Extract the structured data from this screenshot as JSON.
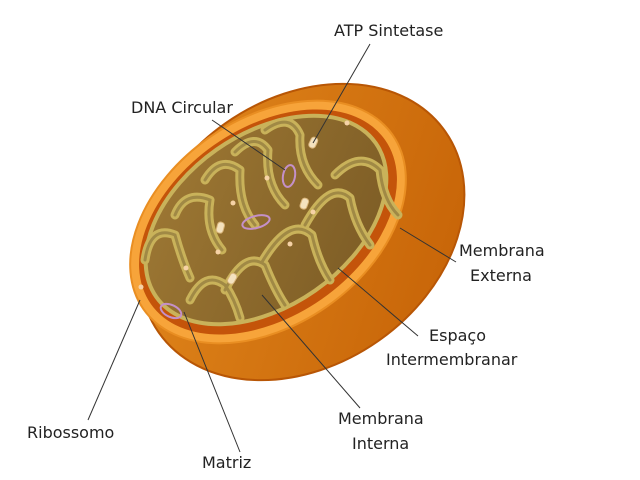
{
  "diagram": {
    "labels": {
      "atp_sintetase": "ATP Sintetase",
      "dna_circular": "DNA Circular",
      "membrana_externa": [
        "Membrana",
        "Externa"
      ],
      "espaco": [
        "Espaço",
        "Intermembranar"
      ],
      "membrana_interna": [
        "Membrana",
        "Interna"
      ],
      "ribossomo": "Ribossomo",
      "matriz": "Matriz"
    }
  },
  "colors": {
    "outer_membrane": "#e07a10",
    "outer_membrane_dark": "#c25e05",
    "outer_rim": "#f7a43a",
    "intermembrane_space": "#c4540a",
    "matrix": "#8c6a2e",
    "cristae_fill": "#a08945",
    "cristae_stroke": "#c9b25a",
    "dna": "#c490c8",
    "ribosome": "#f6d2a6",
    "leader": "#333333"
  }
}
